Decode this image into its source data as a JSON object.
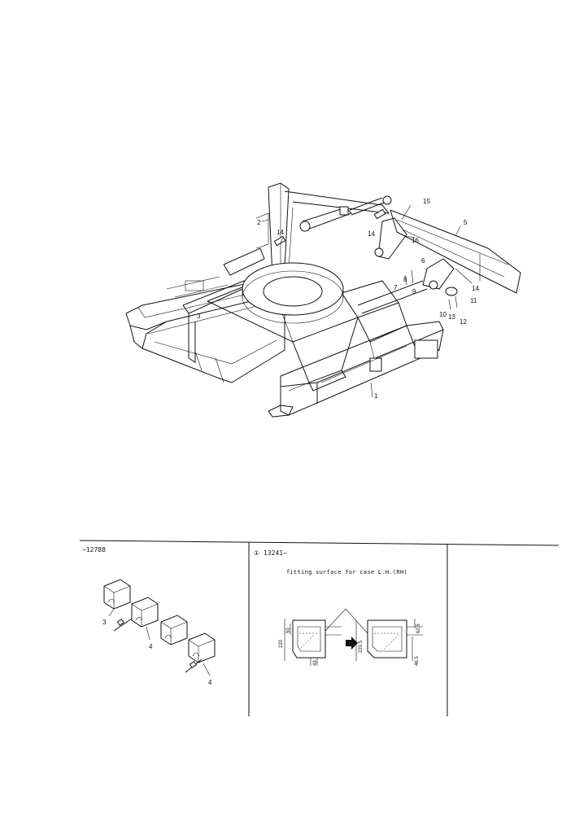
{
  "main_diagram": {
    "callouts": {
      "c1": "1",
      "c2": "2",
      "c3": "3",
      "c5": "5",
      "c6": "6",
      "c7": "7",
      "c8": "8",
      "c9": "9",
      "c10": "10",
      "c11": "11",
      "c12": "12",
      "c13": "13",
      "c14a": "14",
      "c14b": "14",
      "c14c": "14",
      "c15": "15",
      "c16": "16"
    }
  },
  "panels": {
    "left": {
      "header": "~12788",
      "callouts": {
        "c3": "3",
        "c4a": "4",
        "c4b": "4"
      }
    },
    "middle": {
      "header": "① 13241~",
      "caption": "fitting surface for case L.H.(RH)",
      "dims": {
        "d1": "50",
        "d2": "220",
        "d3": "43",
        "d4": "62.5",
        "d5": "220.5",
        "d6": "46.5"
      }
    }
  }
}
